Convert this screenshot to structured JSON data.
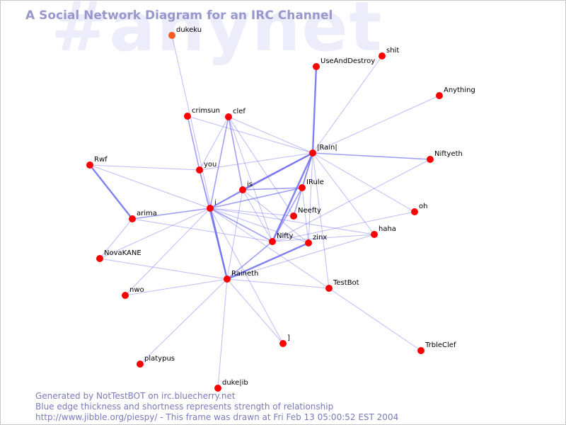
{
  "watermark": "#anynet",
  "title": "A Social Network Diagram for an IRC Channel",
  "colors": {
    "node": "#ff0000",
    "node_stale": "#ff5a1e",
    "edge": "#6b6bf0",
    "title": "#9898cc",
    "footer": "#7a7ab8"
  },
  "nodes": [
    {
      "id": "dukeku",
      "label": "dukeku",
      "status": "stale"
    },
    {
      "id": "shit",
      "label": "shit"
    },
    {
      "id": "UseAndDestroy",
      "label": "UseAndDestroy"
    },
    {
      "id": "Anything",
      "label": "Anything"
    },
    {
      "id": "crimsun",
      "label": "crimsun"
    },
    {
      "id": "clef",
      "label": "clef"
    },
    {
      "id": "Rain",
      "label": "|Rain|"
    },
    {
      "id": "Niftyeth",
      "label": "Niftyeth"
    },
    {
      "id": "Rwf",
      "label": "Rwf"
    },
    {
      "id": "you",
      "label": "you"
    },
    {
      "id": "is",
      "label": "is"
    },
    {
      "id": "IRule",
      "label": "IRule"
    },
    {
      "id": "i",
      "label": "i"
    },
    {
      "id": "Neefty",
      "label": "Neefty"
    },
    {
      "id": "oh",
      "label": "oh"
    },
    {
      "id": "arima",
      "label": "arima"
    },
    {
      "id": "haha",
      "label": "haha"
    },
    {
      "id": "Nifty",
      "label": "Nifty"
    },
    {
      "id": "zinx",
      "label": "zinx"
    },
    {
      "id": "NovaKANE",
      "label": "NovaKANE"
    },
    {
      "id": "Raineth",
      "label": "Raineth"
    },
    {
      "id": "TestBot",
      "label": "TestBot"
    },
    {
      "id": "nwo",
      "label": "nwo"
    },
    {
      "id": "bracket",
      "label": "]"
    },
    {
      "id": "TrbleClef",
      "label": "TrbleClef"
    },
    {
      "id": "platypus",
      "label": "platypus"
    },
    {
      "id": "dukelib",
      "label": "duke|ib"
    }
  ],
  "edges": [
    {
      "from": "dukeku",
      "to": "Raineth"
    },
    {
      "from": "UseAndDestroy",
      "to": "Rain",
      "weight": 3
    },
    {
      "from": "shit",
      "to": "Rain"
    },
    {
      "from": "Anything",
      "to": "Rain"
    },
    {
      "from": "crimsun",
      "to": "you",
      "weight": 2
    },
    {
      "from": "crimsun",
      "to": "Rain"
    },
    {
      "from": "clef",
      "to": "you"
    },
    {
      "from": "clef",
      "to": "i",
      "weight": 2
    },
    {
      "from": "clef",
      "to": "is",
      "weight": 2
    },
    {
      "from": "clef",
      "to": "Rain"
    },
    {
      "from": "clef",
      "to": "Nifty"
    },
    {
      "from": "clef",
      "to": "Neefty"
    },
    {
      "from": "Rain",
      "to": "you"
    },
    {
      "from": "Rain",
      "to": "Niftyeth",
      "weight": 2
    },
    {
      "from": "Rain",
      "to": "is",
      "weight": 3
    },
    {
      "from": "Rain",
      "to": "IRule",
      "weight": 2
    },
    {
      "from": "Rain",
      "to": "i",
      "weight": 2
    },
    {
      "from": "Rain",
      "to": "Nifty",
      "weight": 3
    },
    {
      "from": "Rain",
      "to": "Neefty",
      "weight": 2
    },
    {
      "from": "Rain",
      "to": "zinx"
    },
    {
      "from": "Rain",
      "to": "haha"
    },
    {
      "from": "Rain",
      "to": "oh"
    },
    {
      "from": "Rain",
      "to": "TestBot"
    },
    {
      "from": "Rwf",
      "to": "you"
    },
    {
      "from": "Rwf",
      "to": "i"
    },
    {
      "from": "Rwf",
      "to": "arima",
      "weight": 3
    },
    {
      "from": "you",
      "to": "i"
    },
    {
      "from": "you",
      "to": "Raineth",
      "weight": 2
    },
    {
      "from": "is",
      "to": "i",
      "weight": 2
    },
    {
      "from": "is",
      "to": "IRule",
      "weight": 2
    },
    {
      "from": "is",
      "to": "Raineth"
    },
    {
      "from": "is",
      "to": "Nifty"
    },
    {
      "from": "is",
      "to": "zinx"
    },
    {
      "from": "IRule",
      "to": "i",
      "weight": 2
    },
    {
      "from": "IRule",
      "to": "Nifty",
      "weight": 2
    },
    {
      "from": "IRule",
      "to": "zinx"
    },
    {
      "from": "i",
      "to": "arima",
      "weight": 2
    },
    {
      "from": "i",
      "to": "Raineth",
      "weight": 3
    },
    {
      "from": "i",
      "to": "Nifty",
      "weight": 2
    },
    {
      "from": "i",
      "to": "Neefty"
    },
    {
      "from": "i",
      "to": "zinx"
    },
    {
      "from": "i",
      "to": "NovaKANE"
    },
    {
      "from": "i",
      "to": "nwo"
    },
    {
      "from": "i",
      "to": "bracket"
    },
    {
      "from": "i",
      "to": "haha"
    },
    {
      "from": "i",
      "to": "TestBot"
    },
    {
      "from": "arima",
      "to": "Nifty"
    },
    {
      "from": "arima",
      "to": "NovaKANE"
    },
    {
      "from": "Nifty",
      "to": "Raineth",
      "weight": 2
    },
    {
      "from": "Nifty",
      "to": "oh"
    },
    {
      "from": "Nifty",
      "to": "haha"
    },
    {
      "from": "Nifty",
      "to": "Niftyeth"
    },
    {
      "from": "zinx",
      "to": "Raineth",
      "weight": 3
    },
    {
      "from": "NovaKANE",
      "to": "Raineth"
    },
    {
      "from": "nwo",
      "to": "Raineth"
    },
    {
      "from": "Raineth",
      "to": "TestBot"
    },
    {
      "from": "Raineth",
      "to": "haha"
    },
    {
      "from": "Raineth",
      "to": "bracket"
    },
    {
      "from": "Raineth",
      "to": "platypus"
    },
    {
      "from": "Raineth",
      "to": "dukelib"
    },
    {
      "from": "TestBot",
      "to": "TrbleClef"
    }
  ],
  "footer": {
    "line1": "Generated by NotTestBOT on irc.bluecherry.net",
    "line2": "Blue edge thickness and shortness represents strength of relationship",
    "line3": "http://www.jibble.org/piespy/ - This frame was drawn at Fri Feb 13 05:00:52 EST 2004"
  }
}
